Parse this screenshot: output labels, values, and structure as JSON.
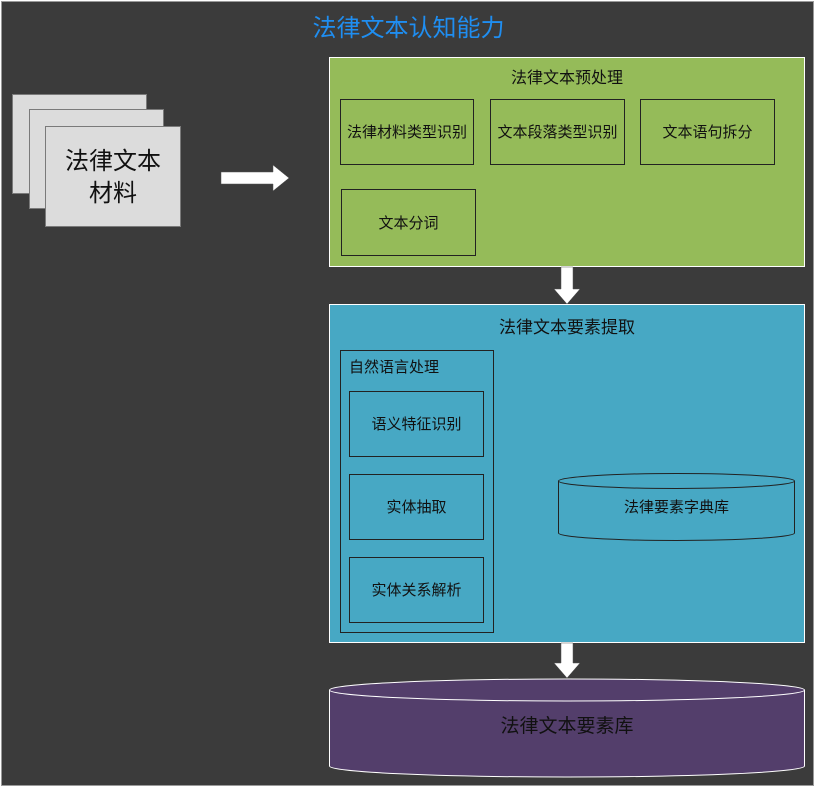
{
  "title": "法律文本认知能力",
  "input_doc": {
    "label": "法律文本材料"
  },
  "preprocess": {
    "title": "法律文本预处理",
    "steps": [
      "法律材料类型识别",
      "文本段落类型识别",
      "文本语句拆分",
      "文本分词"
    ]
  },
  "extraction": {
    "title": "法律文本要素提取",
    "nlp": {
      "title": "自然语言处理",
      "steps": [
        "语义特征识别",
        "实体抽取",
        "实体关系解析"
      ]
    },
    "dictionary": "法律要素字典库"
  },
  "database": "法律文本要素库",
  "colors": {
    "background": "#3b3b3b",
    "title": "#1f8ef1",
    "preprocess_panel": "#95bb59",
    "extraction_panel": "#47a8c4",
    "database": "#533e6b",
    "arrow": "#ffffff"
  }
}
